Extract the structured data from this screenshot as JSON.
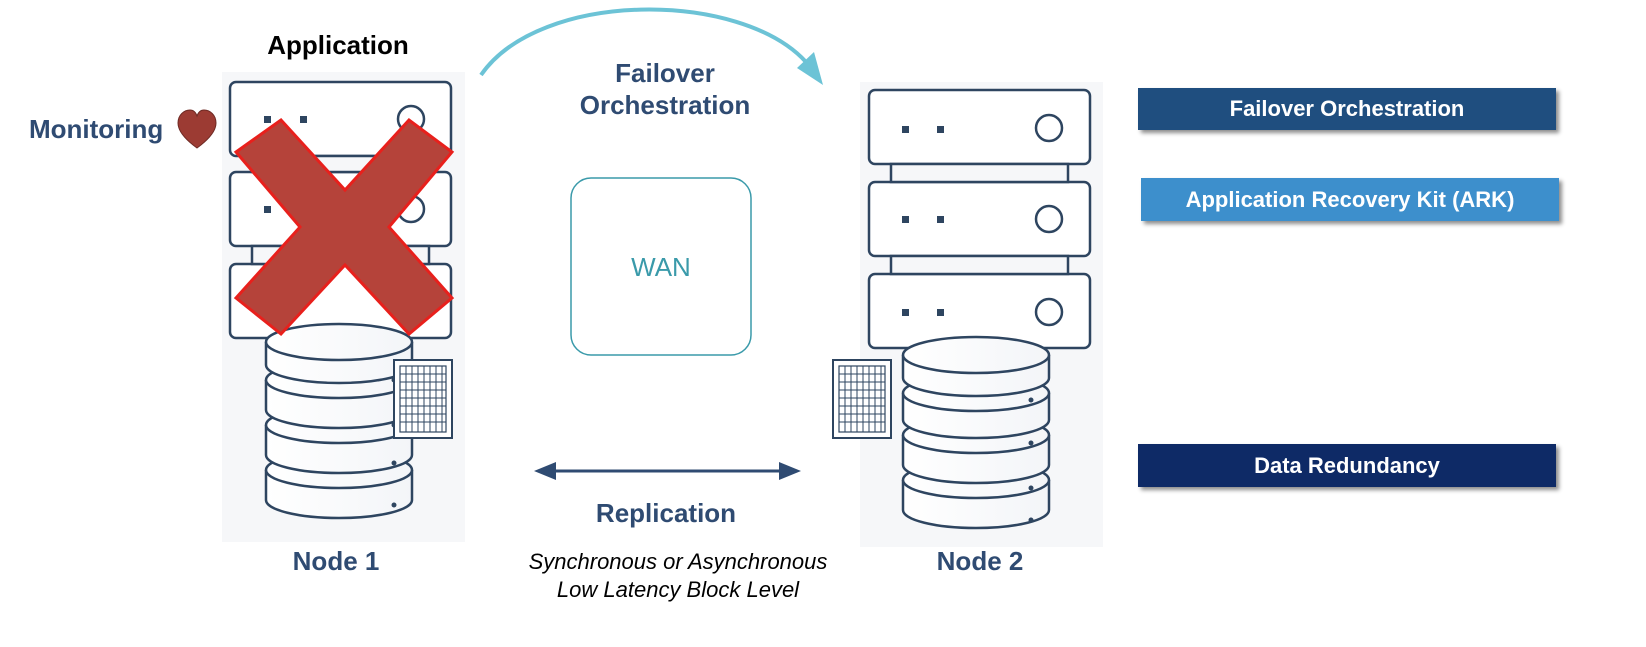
{
  "diagram": {
    "application_label": "Application",
    "monitoring_label": "Monitoring",
    "failover_label_line1": "Failover",
    "failover_label_line2": "Orchestration",
    "wan_label": "WAN",
    "replication_label": "Replication",
    "replication_sub_line1": "Synchronous or Asynchronous",
    "replication_sub_line2": "Low Latency Block Level",
    "node1_label": "Node 1",
    "node2_label": "Node 2"
  },
  "legend": [
    {
      "label": "Failover Orchestration",
      "color": "#1f4e7f"
    },
    {
      "label": "Application Recovery Kit (ARK)",
      "color": "#3d8fcc"
    },
    {
      "label": "Data Redundancy",
      "color": "#0e2a66"
    }
  ],
  "colors": {
    "server_stroke": "#2e4560",
    "cross_fill": "#b5433a",
    "cross_stroke": "#e8201c",
    "arrow_teal": "#6cc3d6",
    "wan_stroke": "#3a9aaa",
    "replication_arrow": "#2f4b72",
    "heart": "#9c3b33"
  },
  "icons": [
    "heart-icon",
    "failed-cross-icon",
    "failover-arrow-icon",
    "replication-arrow-icon",
    "storage-grid-icon",
    "server-rack-icon",
    "database-icon"
  ]
}
